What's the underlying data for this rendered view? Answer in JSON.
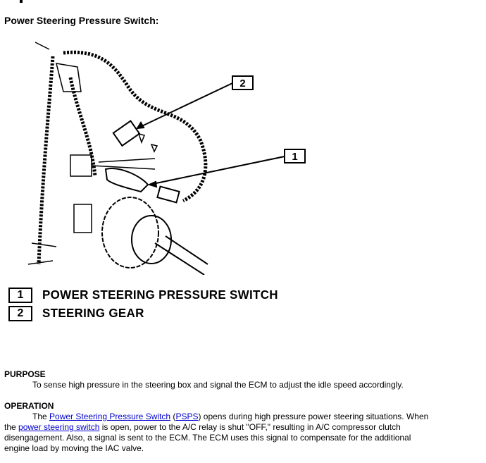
{
  "title": "Power Steering Pressure Switch:",
  "diagram": {
    "callouts": [
      "1",
      "2"
    ],
    "legend": [
      {
        "num": "1",
        "label": "POWER STEERING PRESSURE SWITCH"
      },
      {
        "num": "2",
        "label": "STEERING GEAR"
      }
    ]
  },
  "purpose": {
    "heading": "PURPOSE",
    "text": "To sense high pressure in the steering box and signal the ECM to adjust the idle speed accordingly."
  },
  "operation": {
    "heading": "OPERATION",
    "t1": "The ",
    "link1": "Power Steering Pressure Switch",
    "t2": " (",
    "link2": "PSPS",
    "t3": ") opens during high pressure power steering situations. When the ",
    "link3": "power steering switch",
    "t4": " is open, power to the A/C relay is shut \"OFF,\" resulting in A/C compressor clutch disengagement. Also, a signal is sent to the ECM. The ECM uses this signal to compensate for the additional engine load by moving the IAC valve."
  }
}
